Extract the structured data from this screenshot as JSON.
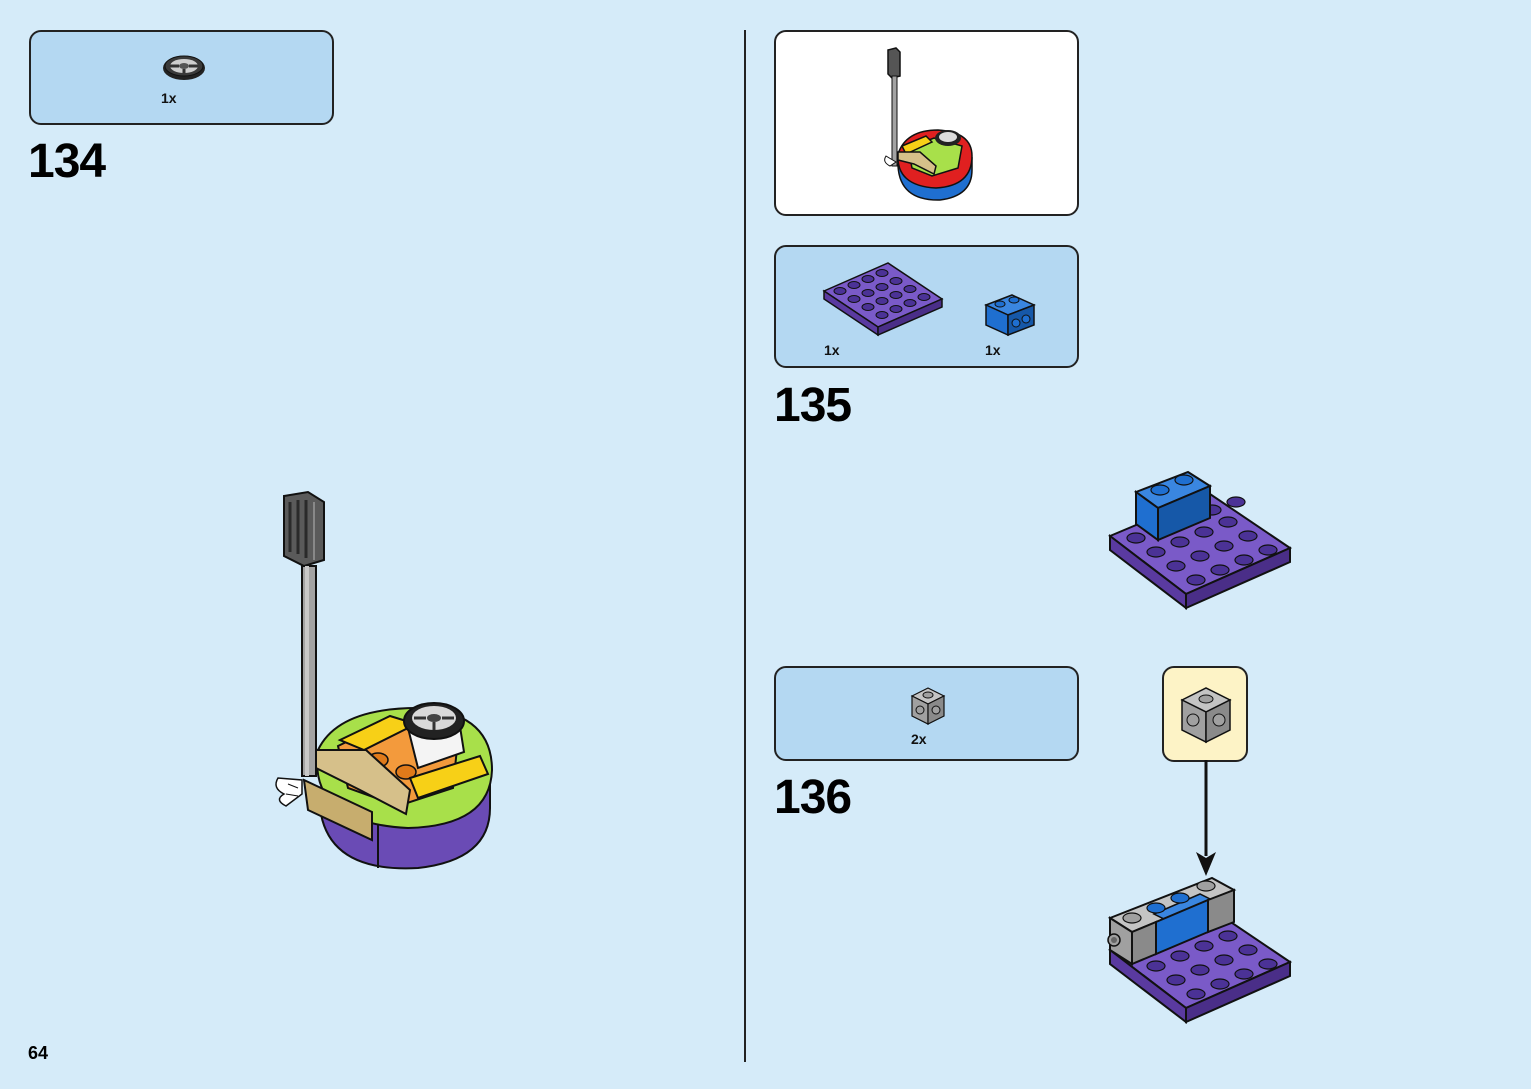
{
  "page": {
    "number": "64"
  },
  "steps": [
    {
      "number": "134",
      "parts": [
        {
          "name": "steering-wheel",
          "qty": "1x"
        }
      ]
    },
    {
      "number": "135",
      "parts": [
        {
          "name": "purple-plate-4x4",
          "qty": "1x"
        },
        {
          "name": "blue-brick-1x2",
          "qty": "1x"
        }
      ]
    },
    {
      "number": "136",
      "parts": [
        {
          "name": "gray-brick-1x1-with-studs-on-side",
          "qty": "2x"
        }
      ]
    }
  ],
  "colors": {
    "background": "#d5ebf9",
    "parts_box": "#b4d8f2",
    "callout": "#fdf3c6",
    "lego_purple": "#6a4bb5",
    "lego_blue": "#1f6fd0",
    "lego_lime": "#a8e04a",
    "lego_yellow": "#f7d017",
    "lego_tan": "#d6c08a",
    "lego_red": "#e02020",
    "lego_gray": "#a0a0a0"
  }
}
